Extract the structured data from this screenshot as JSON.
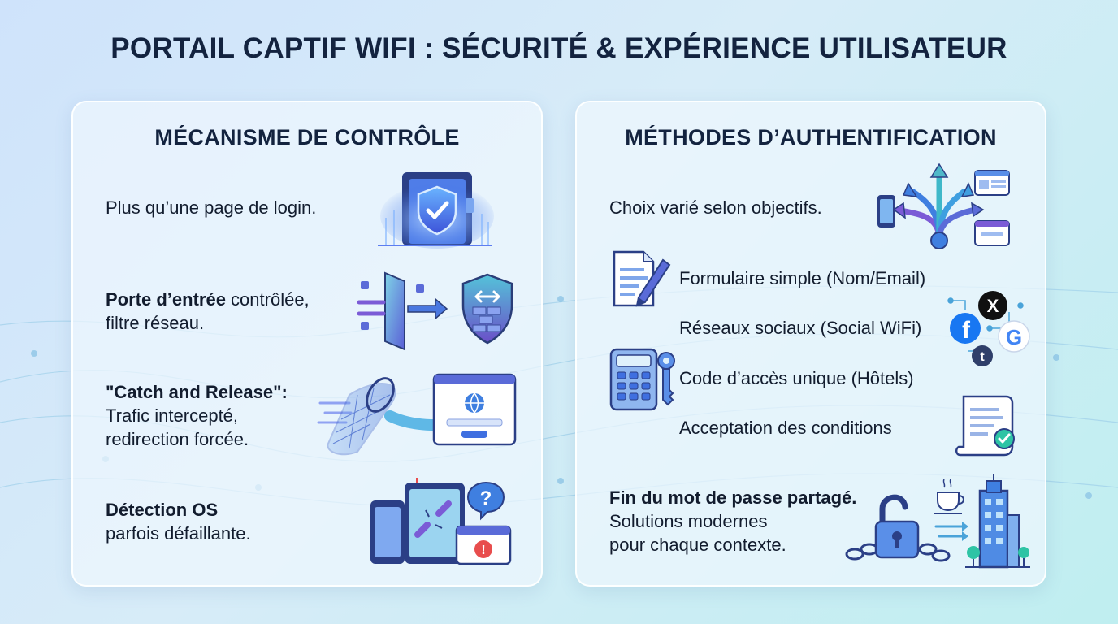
{
  "title": "PORTAIL CAPTIF WIFI : SÉCURITÉ & EXPÉRIENCE UTILISATEUR",
  "left_panel": {
    "title": "MÉCANISME DE CONTRÔLE",
    "items": [
      {
        "text": "Plus qu’une page de login.",
        "icon": "shield-gate-icon"
      },
      {
        "bold": "Porte d’entrée",
        "text": " contrôlée,",
        "text2": "filtre réseau.",
        "icon": "firewall-shield-icon"
      },
      {
        "bold": "\"Catch and Release\":",
        "text": "Trafic intercepté,",
        "text2": "redirection forcée.",
        "icon": "net-redirect-icon"
      },
      {
        "bold": "Détection OS",
        "text": "parfois défaillante.",
        "icon": "devices-broken-link-icon"
      }
    ]
  },
  "right_panel": {
    "title": "MÉTHODES D’AUTHENTIFICATION",
    "intro": {
      "text": "Choix varié selon objectifs.",
      "icon": "branching-arrows-icon"
    },
    "methods": [
      {
        "text": "Formulaire simple (Nom/Email)",
        "icon": "form-pen-icon"
      },
      {
        "text": "Réseaux sociaux (Social WiFi)",
        "icon": "social-logos-icon",
        "logos": [
          "X",
          "f",
          "t",
          "G"
        ]
      },
      {
        "text": "Code d’accès unique (Hôtels)",
        "icon": "keypad-key-icon"
      },
      {
        "text": "Acceptation des conditions",
        "icon": "terms-document-icon"
      }
    ],
    "conclusion": {
      "bold": "Fin du mot de passe partagé.",
      "text": "Solutions modernes",
      "text2": "pour chaque contexte.",
      "icon": "unlock-cafe-building-icon"
    }
  },
  "colors": {
    "title": "#13233f",
    "accent_blue": "#2f6fe0",
    "accent_purple": "#7b5bd6",
    "accent_teal": "#2ec4c9"
  }
}
